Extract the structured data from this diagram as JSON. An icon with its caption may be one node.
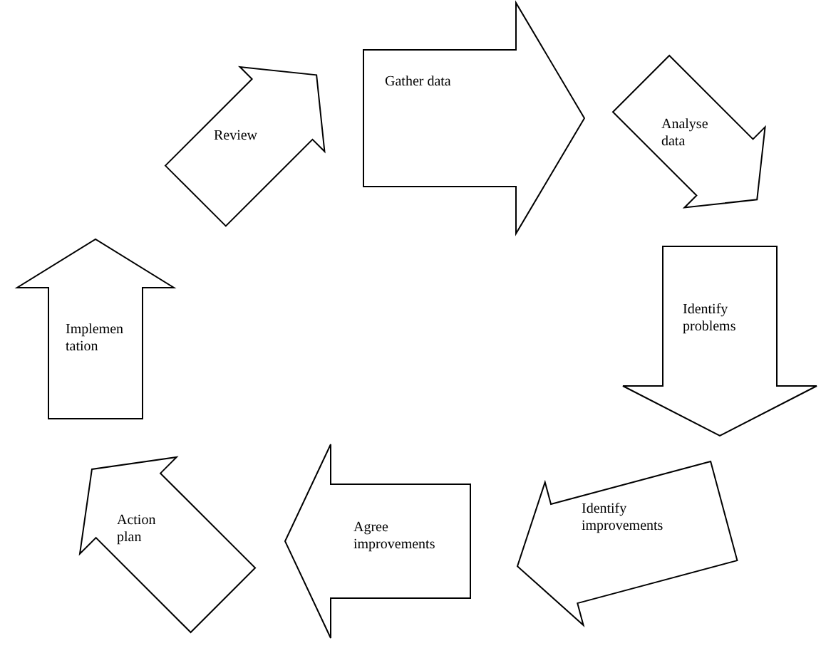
{
  "diagram": {
    "nodes": [
      {
        "text": [
          "Gather data"
        ]
      },
      {
        "text": [
          "Analyse data"
        ]
      },
      {
        "text": [
          "Identify problems"
        ]
      },
      {
        "text": [
          "Identify improvements"
        ]
      },
      {
        "text": [
          "Agree improvements"
        ]
      },
      {
        "text": [
          "Action plan"
        ]
      },
      {
        "text": [
          "Implemen tation"
        ]
      },
      {
        "text": [
          "Review"
        ]
      }
    ]
  }
}
